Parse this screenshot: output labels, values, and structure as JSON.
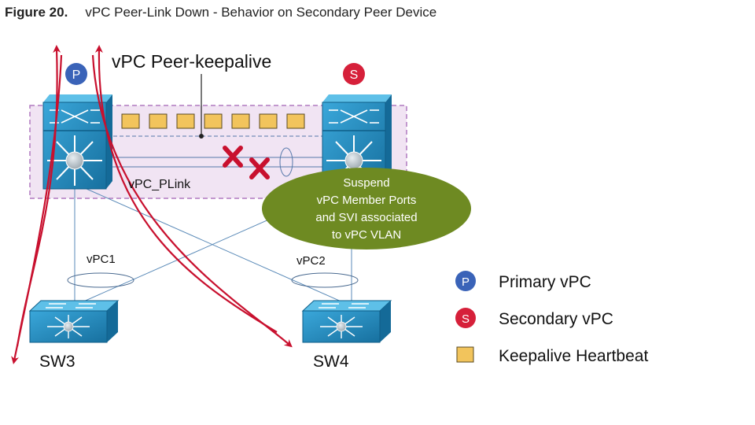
{
  "caption": {
    "number": "Figure 20.",
    "title": "vPC Peer-Link Down - Behavior on Secondary Peer Device"
  },
  "diagram": {
    "peer_keepalive_label": "vPC Peer-keepalive",
    "peer_link_label": "vPC_PLink",
    "primary_badge": "P",
    "secondary_badge": "S",
    "vpc1_label": "vPC1",
    "vpc2_label": "vPC2",
    "sw3_label": "SW3",
    "sw4_label": "SW4",
    "callout_lines": [
      "Suspend",
      "vPC Member Ports",
      "and SVI associated",
      "to vPC VLAN"
    ]
  },
  "legend": {
    "items": [
      {
        "symbol": "P",
        "label": "Primary vPC",
        "color": "#3a63b8"
      },
      {
        "symbol": "S",
        "label": "Secondary vPC",
        "color": "#d6203a"
      },
      {
        "symbol": "",
        "label": "Keepalive Heartbeat",
        "color": "#f2c45c"
      }
    ]
  },
  "colors": {
    "switch_blue": "#1f8fc6",
    "zone_fill": "#f1e4f3",
    "zone_border": "#b07ac0",
    "callout_fill": "#6e8a22",
    "traffic_red": "#c8102e",
    "fail_x": "#c8102e",
    "heartbeat": "#f2c45c"
  }
}
